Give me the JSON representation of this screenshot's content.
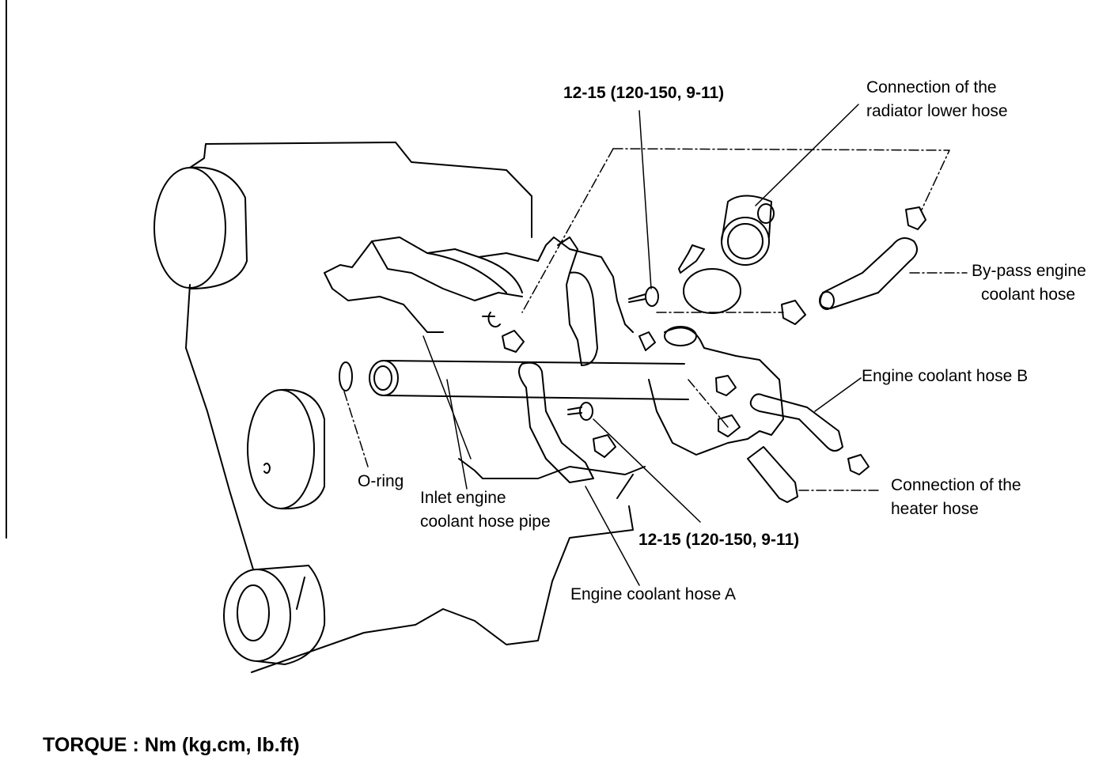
{
  "labels": {
    "torque_top": "12-15 (120-150, 9-11)",
    "radiator_lower_hose": [
      "Connection of the",
      "radiator lower hose"
    ],
    "bypass_hose": [
      "By-pass engine",
      "coolant hose"
    ],
    "hose_b": "Engine coolant hose B",
    "heater_hose": [
      "Connection of the",
      "heater hose"
    ],
    "o_ring": "O-ring",
    "inlet_pipe": [
      "Inlet engine",
      "coolant hose pipe"
    ],
    "torque_bottom": "12-15 (120-150, 9-11)",
    "hose_a": "Engine coolant hose A"
  },
  "footer": "TORQUE : Nm (kg.cm, lb.ft)"
}
